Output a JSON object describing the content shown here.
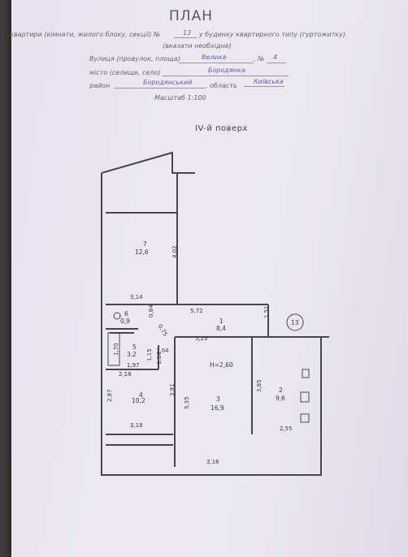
{
  "header": {
    "title": "ПЛАН",
    "line1_prefix": "квартири (кімнати, жилого блоку, секції) №",
    "line1_number": "13",
    "line1_suffix": "у будинку квартирного типу (гуртожитку)",
    "line2": "(вказати необхідне)",
    "street_label": "Вулиця (провулок, площа)",
    "street_value": "Велика",
    "house_label": ", №",
    "house_value": "4",
    "city_label": "місто (селище, село)",
    "city_value": "Бородянка",
    "district_label": "район",
    "district_value": "Бородянський",
    "region_label": ", область",
    "region_value": "Київська",
    "scale": "Масштаб 1:100"
  },
  "floor_title": "IV-й поверх",
  "rooms": [
    {
      "num": "7",
      "area": "12,6"
    },
    {
      "num": "1",
      "area": "8,4"
    },
    {
      "num": "6",
      "area": "0,9"
    },
    {
      "num": "5",
      "area": "3,2"
    },
    {
      "num": "4",
      "area": "10,2"
    },
    {
      "num": "3",
      "area": "16,9"
    },
    {
      "num": "2",
      "area": "9,6"
    }
  ],
  "dimensions": [
    "4,02",
    "3,14",
    "5,72",
    "0,84",
    "0,75",
    "1,51",
    "5,23",
    "1,70",
    "1,15",
    "1,04",
    "1,10",
    "1,97",
    "2,18",
    "2,87",
    "3,91",
    "3,18",
    "5,35",
    "3,16",
    "3,85",
    "2,55"
  ],
  "ceiling_height": "H=2,60",
  "apartment_marker": "13"
}
